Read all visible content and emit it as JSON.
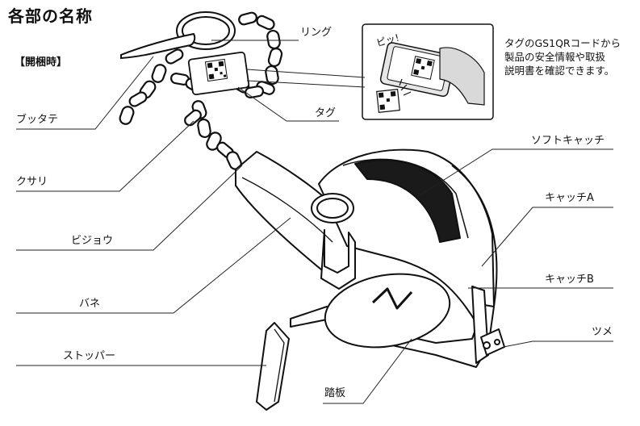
{
  "title": "各部の名称",
  "subtitle": "【開梱時】",
  "labels": {
    "ring": "リング",
    "tag": "タグ",
    "buttate": "ブッタテ",
    "kusari": "クサリ",
    "bijou": "ビジョウ",
    "bane": "バネ",
    "stopper": "ストッパー",
    "soft_catch": "ソフトキャッチ",
    "catch_a": "キャッチA",
    "catch_b": "キャッチB",
    "tsume": "ツメ",
    "fumiita": "踏板"
  },
  "inset": {
    "beep": "ピッ!",
    "note_line1": "タグのGS1QRコードから",
    "note_line2": "製品の安全情報や取扱",
    "note_line3": "説明書を確認できます。"
  }
}
